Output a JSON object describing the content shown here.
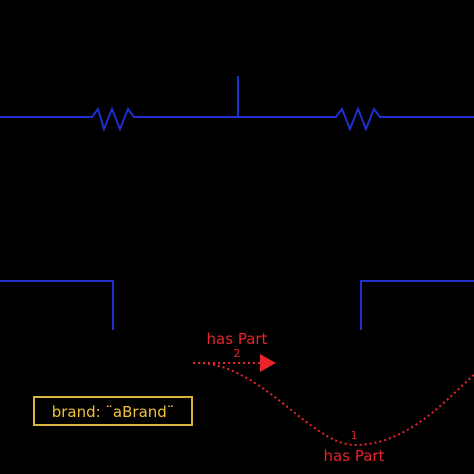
{
  "colors": {
    "background": "#000000",
    "wire": "#1f2fd0",
    "edge": "#e8252a",
    "node_border": "#d9b43a",
    "node_text": "#f0c23c"
  },
  "nodes": {
    "brand": {
      "label": "brand: ¨aBrand¨"
    }
  },
  "edges": {
    "upper": {
      "label": "has Part",
      "index": "2"
    },
    "lower": {
      "label": "has Part",
      "index": "1"
    }
  }
}
